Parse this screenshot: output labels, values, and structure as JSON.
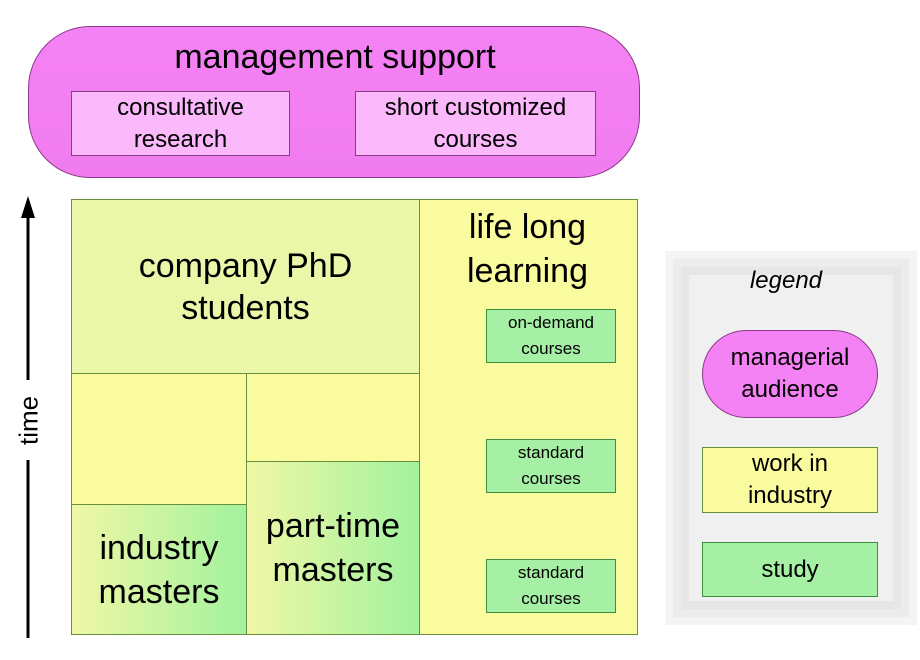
{
  "management": {
    "title": "management support",
    "consultative": "consultative\nresearch",
    "short_courses": "short customized\ncourses"
  },
  "axis": {
    "label": "time"
  },
  "blocks": {
    "phd": "company PhD\nstudents",
    "lifelong": "life long\nlearning",
    "industry_masters": "industry\nmasters",
    "parttime_masters": "part-time\nmasters"
  },
  "courses": {
    "on_demand": "on-demand\ncourses",
    "standard_1": "standard\ncourses",
    "standard_2": "standard\ncourses"
  },
  "legend": {
    "title": "legend",
    "managerial": "managerial\naudience",
    "work": "work in\nindustry",
    "study": "study"
  },
  "colors": {
    "managerial": "#f582f5",
    "work_in_industry": "#fafa9e",
    "study": "#a5f0a5"
  }
}
